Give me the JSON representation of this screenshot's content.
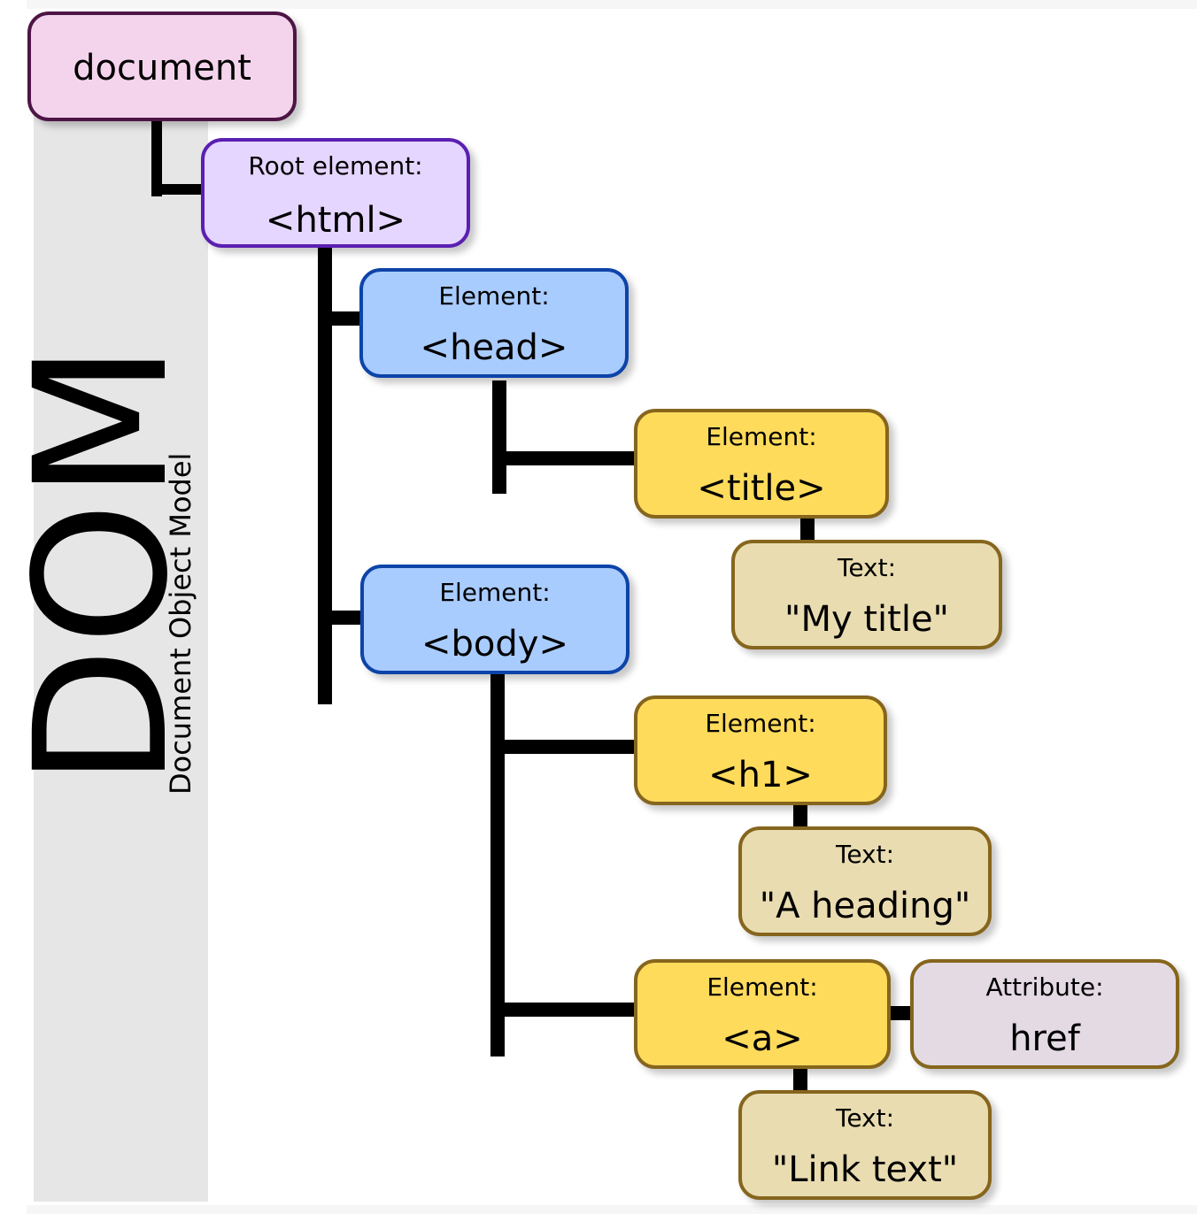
{
  "title": {
    "main": "DOM",
    "subtitle": "Document Object Model"
  },
  "nodes": {
    "document": {
      "value": "document"
    },
    "html": {
      "label": "Root element:",
      "value": "<html>"
    },
    "head": {
      "label": "Element:",
      "value": "<head>"
    },
    "title": {
      "label": "Element:",
      "value": "<title>"
    },
    "title_text": {
      "label": "Text:",
      "value": "\"My title\""
    },
    "body": {
      "label": "Element:",
      "value": "<body>"
    },
    "h1": {
      "label": "Element:",
      "value": "<h1>"
    },
    "h1_text": {
      "label": "Text:",
      "value": "\"A heading\""
    },
    "a": {
      "label": "Element:",
      "value": "<a>"
    },
    "a_attr": {
      "label": "Attribute:",
      "value": "href"
    },
    "a_text": {
      "label": "Text:",
      "value": "\"Link text\""
    }
  },
  "colors": {
    "document_fill": "#f4d4ec",
    "root_fill": "#e5d6ff",
    "element_blue_fill": "#a9ccff",
    "element_yellow_fill": "#ffdb5c",
    "text_fill": "#e9dcb0",
    "attribute_fill": "#e3dae3",
    "connector": "#000000",
    "sidebar": "#e6e6e6"
  }
}
